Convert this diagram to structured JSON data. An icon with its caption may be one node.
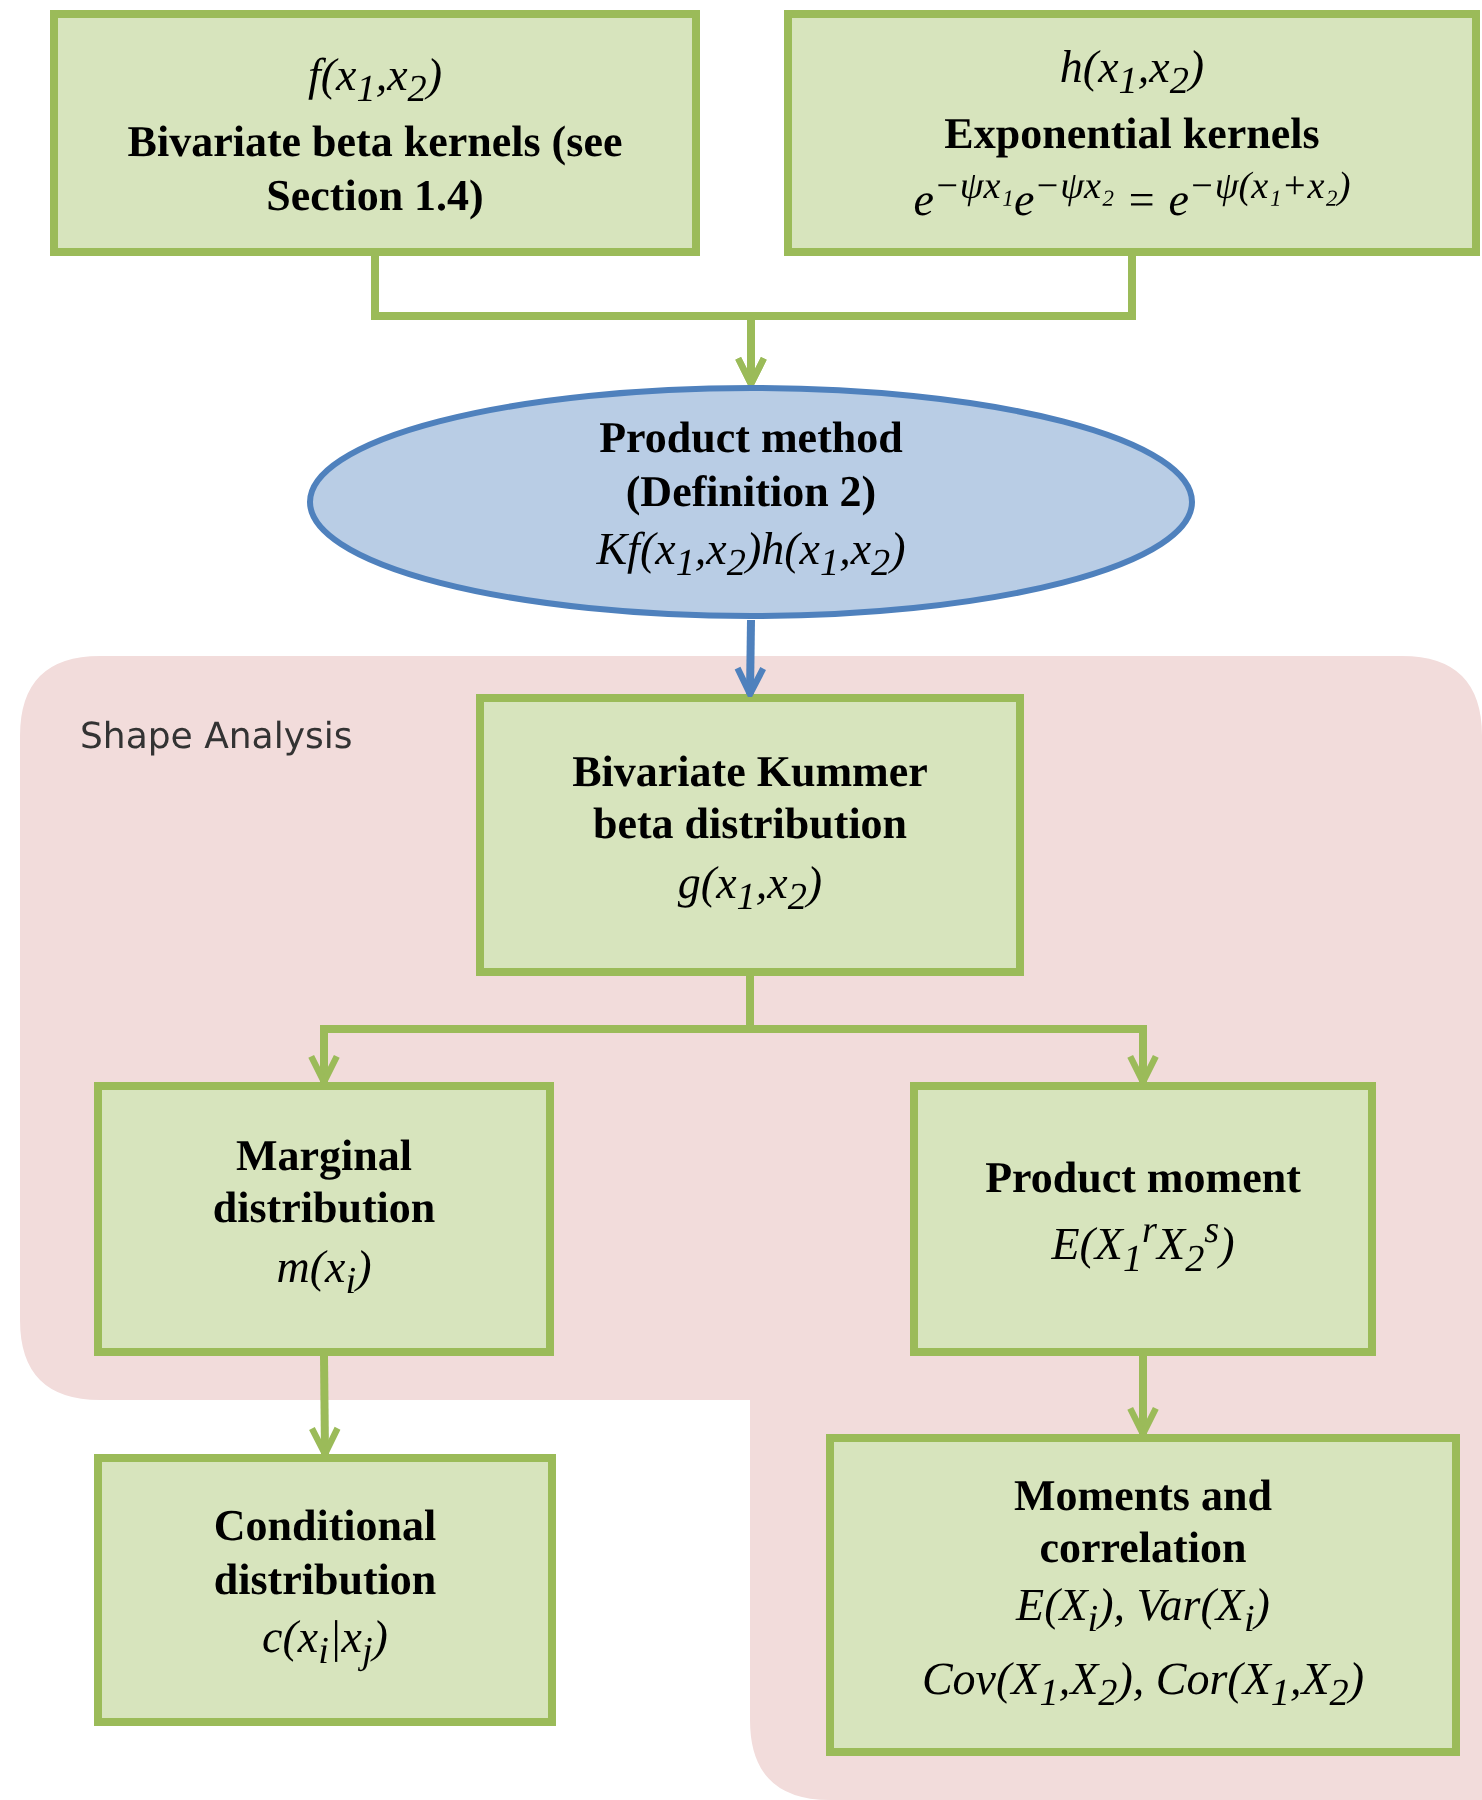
{
  "diagram": {
    "nodes": [
      {
        "text": [
          "f(x$_{1}$,x$_{2}$)",
          "Bivariate beta kernels (see Section 1.4)"
        ]
      },
      {
        "text": [
          "h(x$_{1}$,x$_{2}$)",
          "Exponential kernels",
          "e$^{−ψx₁}$e$^{−ψx₂}$ = e$^{−ψ(x₁+x₂)}$"
        ]
      },
      {
        "text": [
          "Product method (Definition 2)",
          "Kf(x$_{1}$,x$_{2}$)h(x$_{1}$,x$_{2}$)"
        ]
      },
      {
        "text": [
          "Shape Analysis"
        ]
      },
      {
        "text": [
          "Bivariate Kummer beta distribution",
          "g(x$_{1}$,x$_{2}$)"
        ],
        "in": 3
      },
      {
        "text": [
          "Marginal distribution",
          "m(x$_{i}$)"
        ],
        "in": 3
      },
      {
        "text": [
          "Product moment",
          "E(X$_{1}$$^{r}$X$_{2}$$^{s}$)"
        ],
        "in": 3
      },
      {
        "text": [
          "Conditional distribution",
          "c(x$_{i}$|x$_{j}$)"
        ]
      },
      {
        "text": [
          "Moments and correlation",
          "E(X$_{i}$), Var(X$_{i}$)",
          "Cov(X$_{1}$,X$_{2}$), Cor(X$_{1}$,X$_{2}$)"
        ],
        "in": 3
      }
    ],
    "edges": [
      {
        "from": 0,
        "to": 2,
        "arrow": "to"
      },
      {
        "from": 1,
        "to": 2,
        "arrow": "to"
      },
      {
        "from": 2,
        "to": 4,
        "arrow": "to",
        "color": "#4f81bd"
      },
      {
        "from": 4,
        "to": 5,
        "arrow": "to"
      },
      {
        "from": 4,
        "to": 6,
        "arrow": "to"
      },
      {
        "from": 5,
        "to": 7,
        "arrow": "to"
      },
      {
        "from": 6,
        "to": 8,
        "arrow": "to"
      }
    ]
  }
}
